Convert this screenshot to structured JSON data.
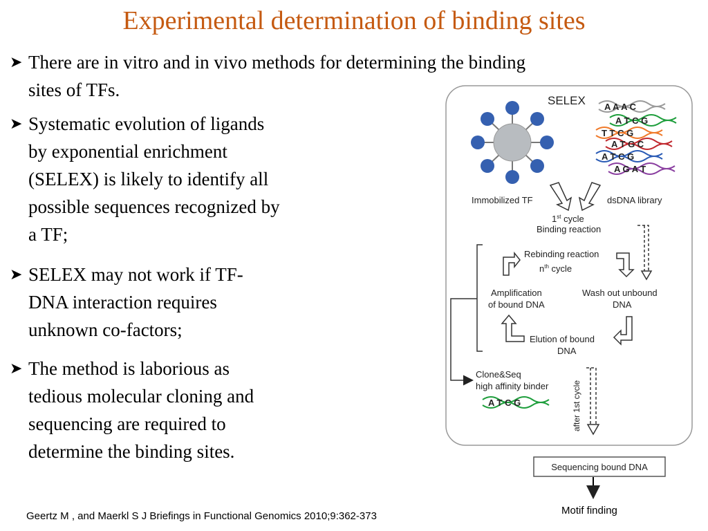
{
  "title": "Experimental determination of binding sites",
  "bullets": [
    {
      "line1": "There are in vitro and in vivo methods for determining the binding",
      "line2": "sites  of TFs."
    },
    {
      "lines": [
        "Systematic evolution of ligands",
        "by exponential enrichment",
        "(SELEX) is likely to identify all",
        "possible sequences recognized by",
        "a TF;"
      ]
    },
    {
      "lines": [
        "SELEX may not work if TF-",
        "DNA interaction requires",
        "unknown co-factors;"
      ]
    },
    {
      "lines": [
        "The method is laborious as",
        "tedious molecular cloning and",
        "sequencing are required to",
        "determine the binding sites."
      ]
    }
  ],
  "diagram": {
    "selex_label": "SELEX",
    "immobilized_tf": "Immobilized TF",
    "dsdna_library": "dsDNA library",
    "first_cycle_1": "1",
    "first_cycle_sup": "st",
    "first_cycle_2": " cycle",
    "binding_reaction": "Binding reaction",
    "rebinding_reaction": "Rebinding reaction",
    "nth_n": "n",
    "nth_sup": "th",
    "nth_cycle": " cycle",
    "amplification_1": "Amplification",
    "amplification_2": "of bound DNA",
    "wash_out_1": "Wash out unbound",
    "wash_out_2": "DNA",
    "elution_1": "Elution of bound",
    "elution_2": "DNA",
    "clone_seq_1": "Clone&Seq",
    "clone_seq_2": "high affinity binder",
    "after_cycle": "after 1st cycle",
    "sequencing_bound_dna": "Sequencing bound DNA",
    "dna_sequences": [
      {
        "seq": "A A A C",
        "color": "#9a9a9a"
      },
      {
        "seq": "A T C G",
        "color": "#1e9e3c"
      },
      {
        "seq": "T T C G",
        "color": "#f07a2a"
      },
      {
        "seq": "A T G C",
        "color": "#c0282e"
      },
      {
        "seq": "A T C G",
        "color": "#2a5bb5"
      },
      {
        "seq": "A G A T",
        "color": "#8a3fa0"
      }
    ],
    "binder_sequence": {
      "seq": "A T C G",
      "color": "#1e9e3c"
    },
    "node_color": "#3560b0",
    "hub_color": "#b8bcc0"
  },
  "motif_finding": "Motif finding",
  "citation": "Geertz M , and Maerkl S J Briefings in Functional Genomics 2010;9:362-373"
}
